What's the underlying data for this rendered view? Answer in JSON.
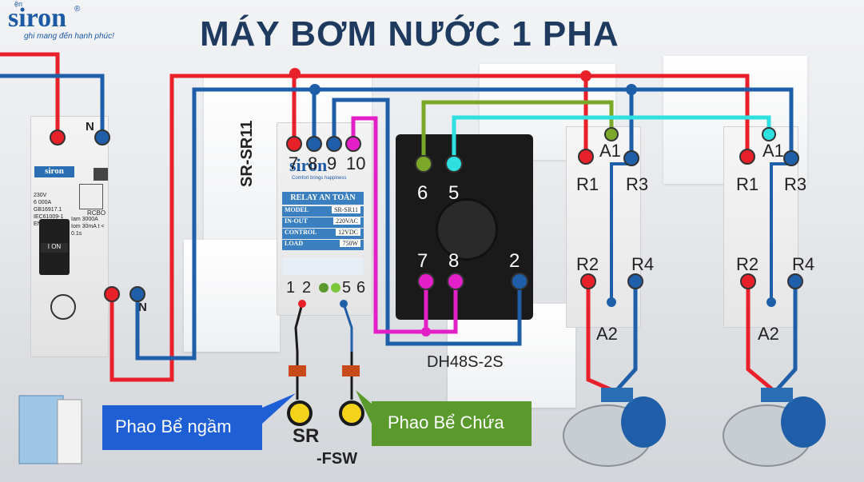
{
  "logo": {
    "prefix": "ện",
    "brand": "siron",
    "reg": "®",
    "slogan": "ghi mang đến hạnh phúc!"
  },
  "title": "MÁY BƠM NƯỚC 1 PHA",
  "colors": {
    "phase": "#e8202a",
    "neutral": "#1f5ea8",
    "float_wire": "#e320c8",
    "green_wire": "#7ca82a",
    "cyan_wire": "#2fe0e0",
    "title": "#1f3a5f"
  },
  "rcbo": {
    "top_neutral": "N",
    "bottom_neutral": "N",
    "brand": "siron",
    "specs": [
      "230V",
      "6 000A",
      "GB16917.1",
      "IEC61009-1",
      "EN61009-1"
    ],
    "rating_code": "RCBO",
    "rating": "Iam 3000A  Iom 30mA  t < 0.1s",
    "switch_label": "I   ON"
  },
  "relay_sr11": {
    "side_label": "SR-SR11",
    "top_terminals": [
      "7",
      "8",
      "9",
      "10"
    ],
    "bottom_terminals": [
      "1",
      "2",
      "5",
      "6"
    ],
    "brand": "siron",
    "tagline": "Comfort brings happiness",
    "panel_title": "RELAY AN TOÀN",
    "rows": [
      {
        "key": "MODEL",
        "value": "SR-SR11"
      },
      {
        "key": "IN-OUT",
        "value": "220VAC"
      },
      {
        "key": "CONTROL",
        "value": "12VDC"
      },
      {
        "key": "LOAD",
        "value": "750W"
      }
    ]
  },
  "socket": {
    "top_terminals": [
      "6",
      "5"
    ],
    "bottom_terminals": [
      "7",
      "8",
      "2"
    ],
    "label": "DH48S-2S"
  },
  "contactor_left": {
    "top": [
      "A1",
      "R1",
      "R3"
    ],
    "bottom": [
      "R2",
      "R4"
    ],
    "coil_bottom": "A2"
  },
  "contactor_right": {
    "top": [
      "A1",
      "R1",
      "R3"
    ],
    "bottom": [
      "R2",
      "R4"
    ],
    "coil_bottom": "A2"
  },
  "floats": {
    "label_left": "Phao Bể ngầm",
    "label_right": "Phao Bể Chứa",
    "model": "SR",
    "model_sub": "-FSW"
  }
}
